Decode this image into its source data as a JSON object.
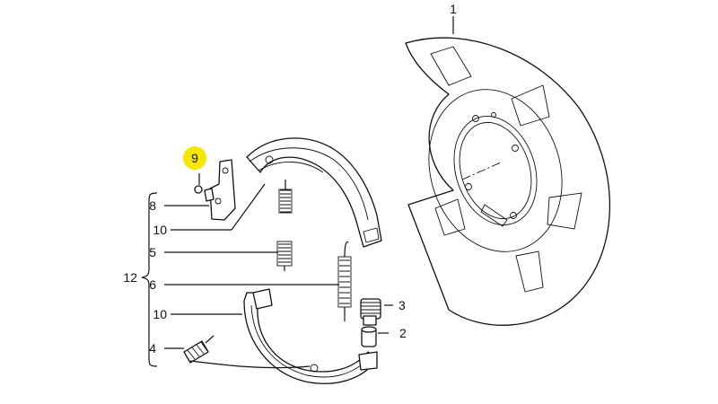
{
  "callouts": [
    {
      "id": "c1",
      "text": "1"
    },
    {
      "id": "c2",
      "text": "2"
    },
    {
      "id": "c3",
      "text": "3"
    },
    {
      "id": "c4",
      "text": "4"
    },
    {
      "id": "c5",
      "text": "5"
    },
    {
      "id": "c6",
      "text": "6"
    },
    {
      "id": "c8",
      "text": "8"
    },
    {
      "id": "c9",
      "text": "9"
    },
    {
      "id": "c10a",
      "text": "10"
    },
    {
      "id": "c10b",
      "text": "10"
    },
    {
      "id": "c12",
      "text": "12"
    }
  ],
  "highlight_color": "#f7e600",
  "line_color": "#111111"
}
